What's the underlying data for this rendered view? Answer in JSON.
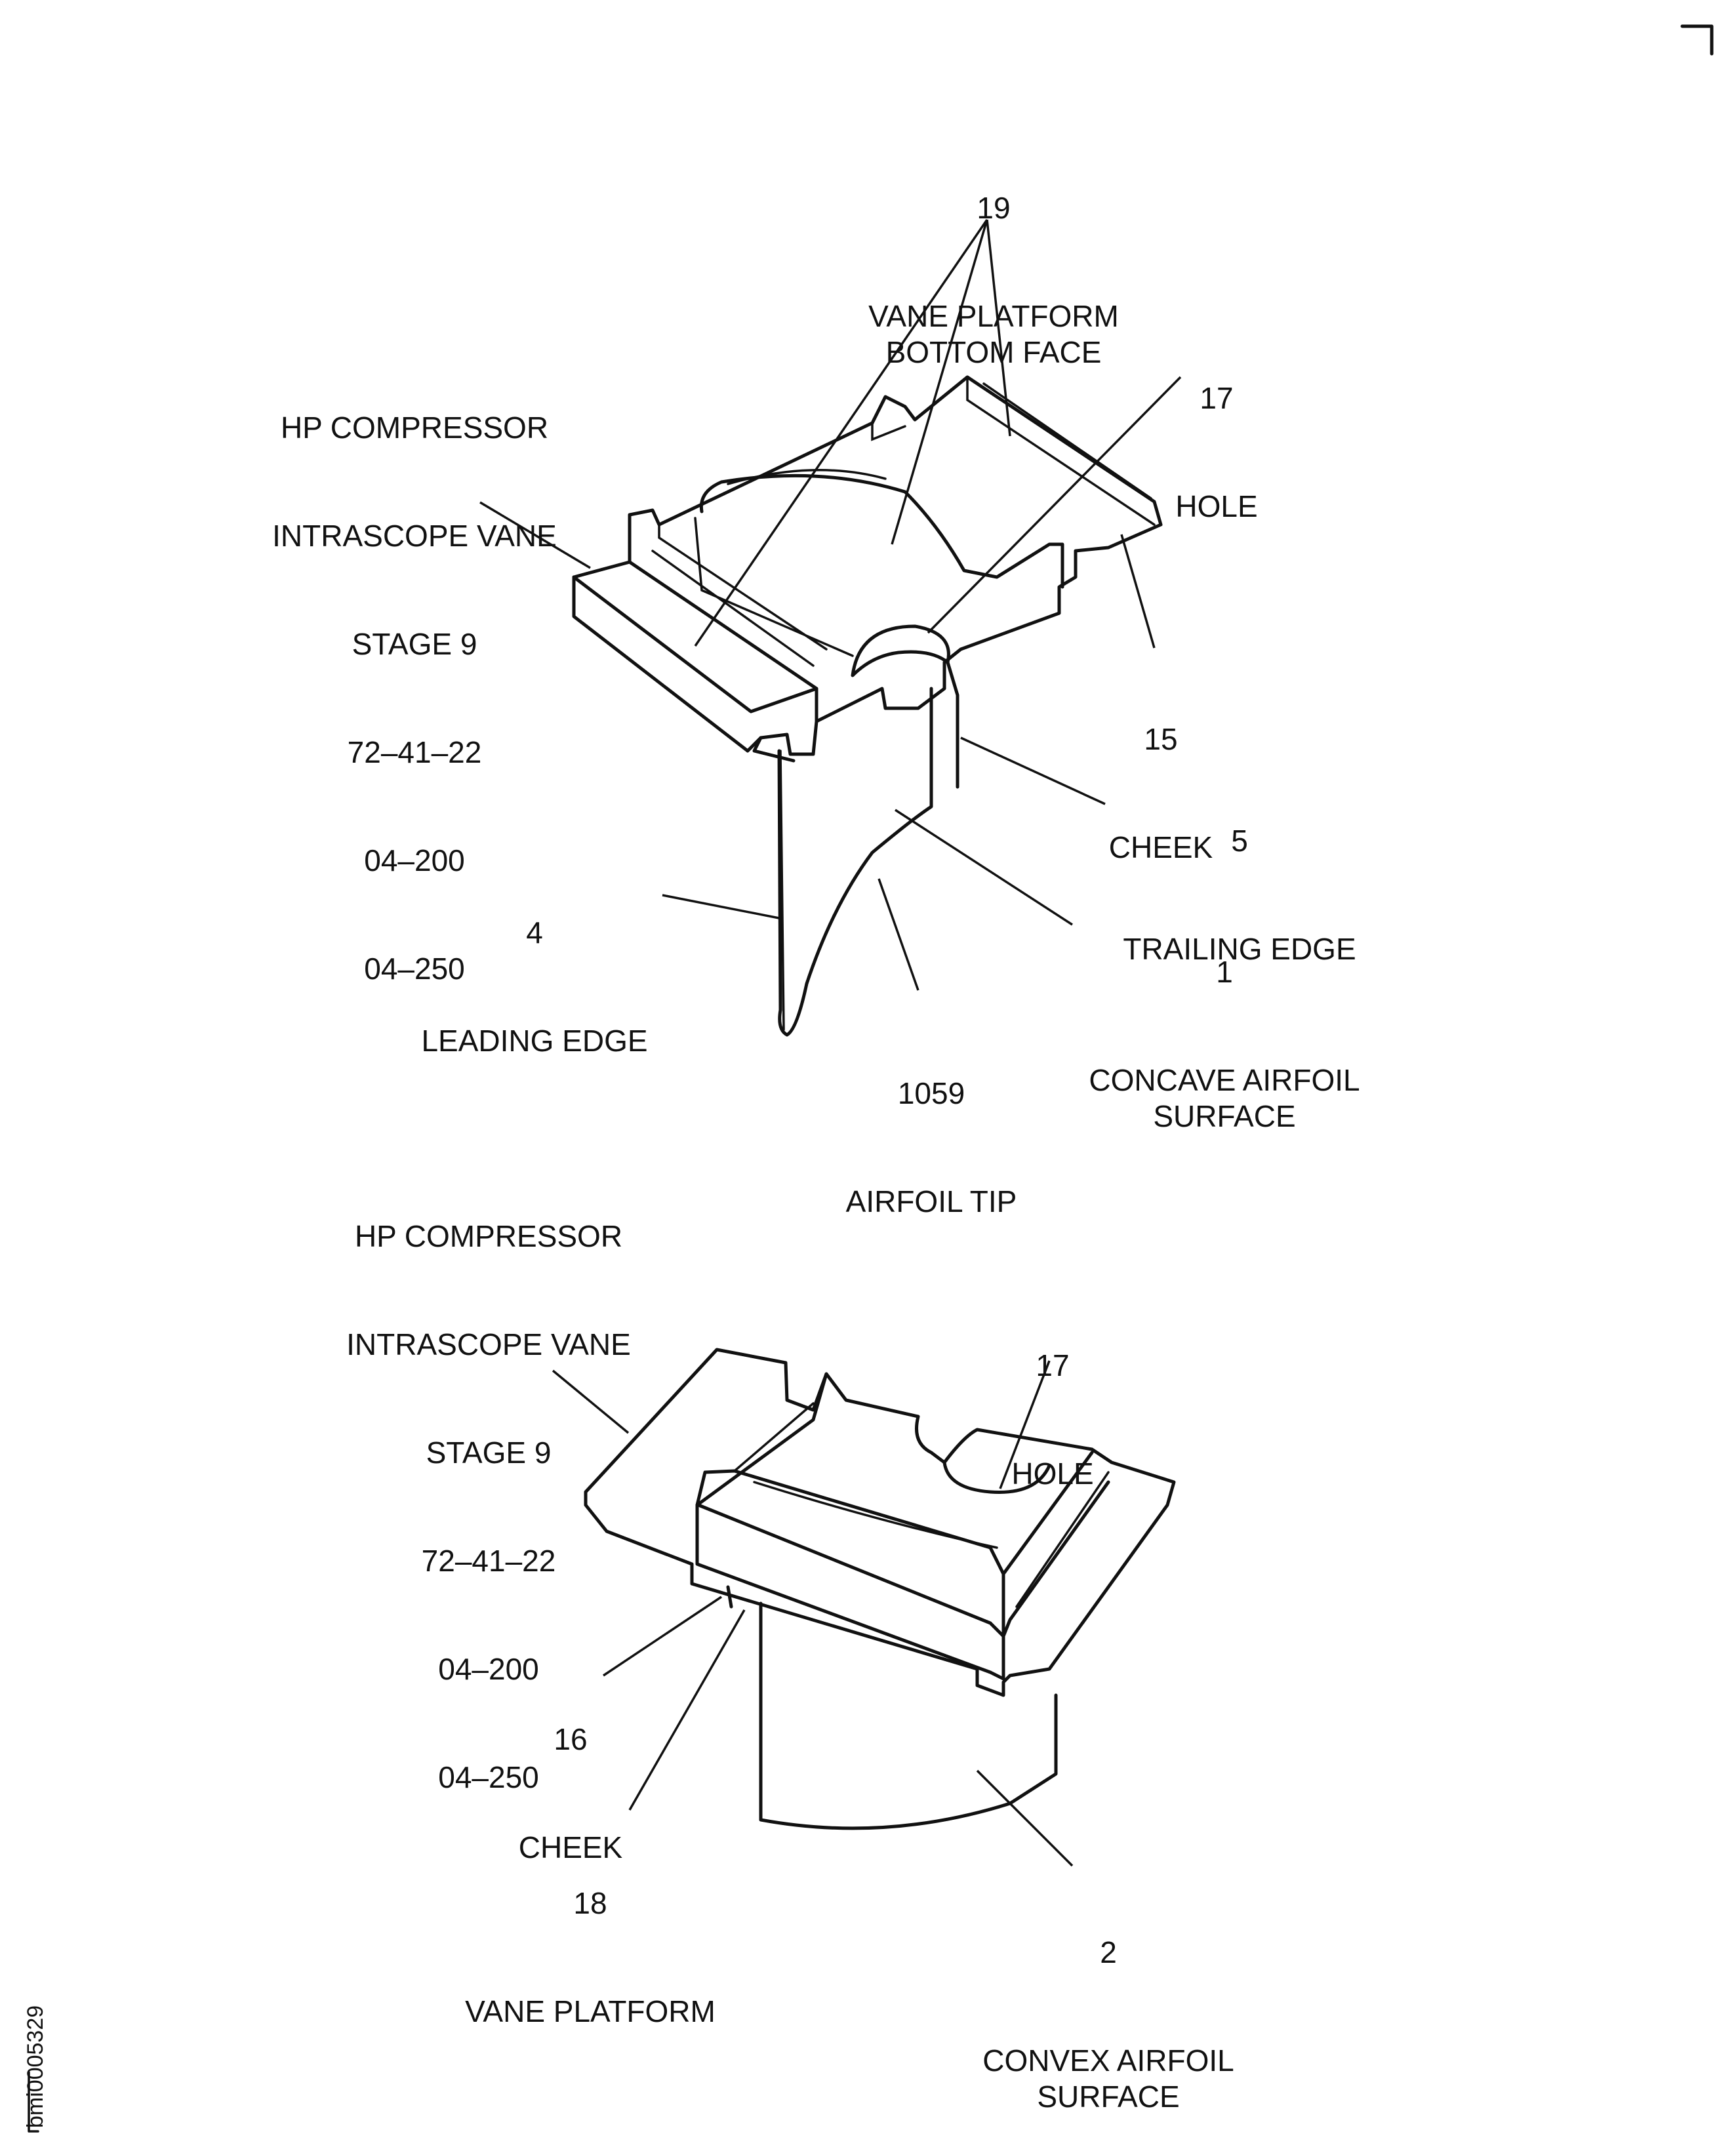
{
  "top_view": {
    "part_lines": [
      "HP COMPRESSOR",
      "INTRASCOPE VANE",
      "STAGE 9",
      "72–41–22",
      "04–200",
      "04–250"
    ],
    "callouts": [
      {
        "num": "19",
        "name": "VANE PLATFORM\nBOTTOM FACE"
      },
      {
        "num": "17",
        "name": "HOLE"
      },
      {
        "num": "15",
        "name": "CHEEK"
      },
      {
        "num": "5",
        "name": "TRAILING EDGE"
      },
      {
        "num": "4",
        "name": "LEADING EDGE"
      },
      {
        "num": "1",
        "name": "CONCAVE AIRFOIL\nSURFACE"
      },
      {
        "num": "1059",
        "name": "AIRFOIL TIP"
      }
    ]
  },
  "bottom_view": {
    "part_lines": [
      "HP COMPRESSOR",
      "INTRASCOPE VANE",
      "STAGE 9",
      "72–41–22",
      "04–200",
      "04–250"
    ],
    "callouts": [
      {
        "num": "17",
        "name": "HOLE"
      },
      {
        "num": "16",
        "name": "CHEEK"
      },
      {
        "num": "18",
        "name": "VANE PLATFORM"
      },
      {
        "num": "2",
        "name": "CONVEX AIRFOIL\nSURFACE"
      }
    ]
  },
  "figure_id": "bmi0005329"
}
